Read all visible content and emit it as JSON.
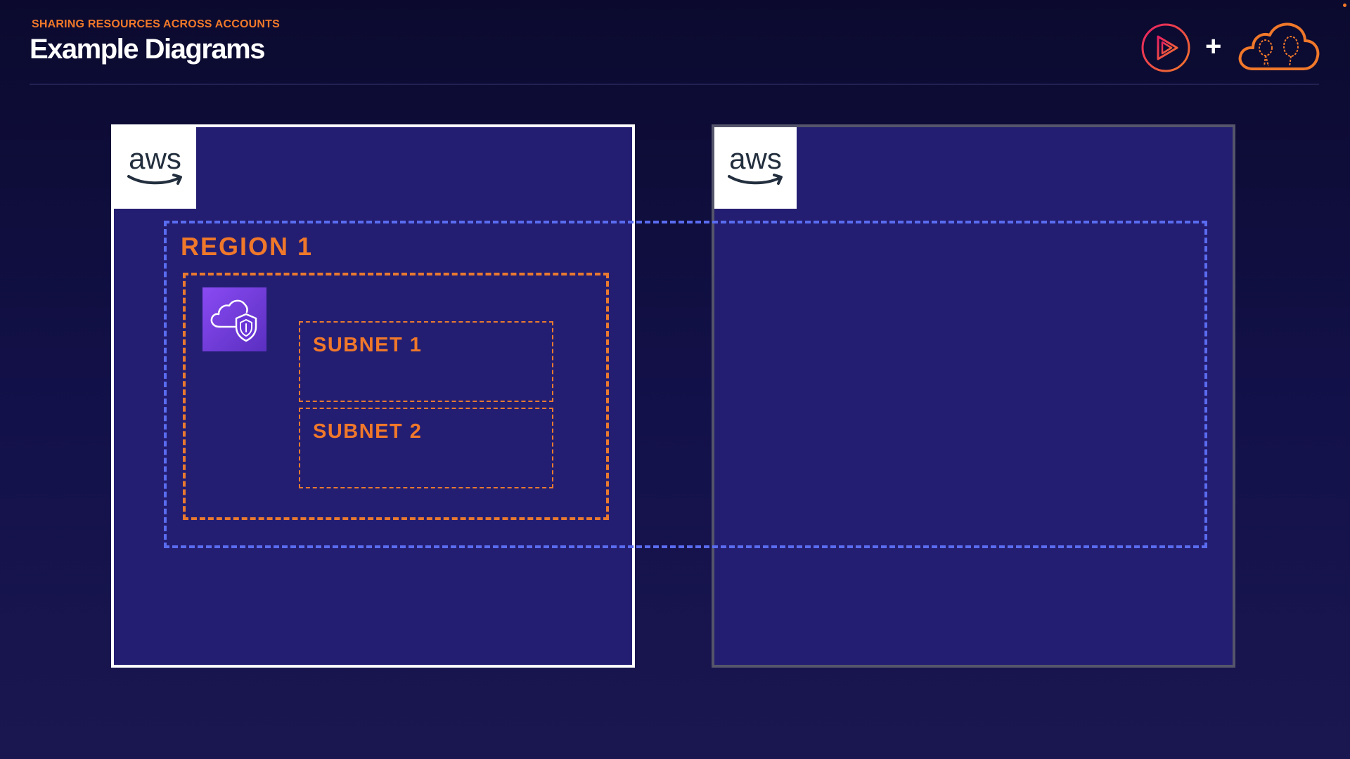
{
  "header": {
    "subtitle": "SHARING RESOURCES ACROSS ACCOUNTS",
    "title": "Example Diagrams",
    "plus": "+"
  },
  "diagram": {
    "accounts": [
      {
        "logo_text": "aws"
      },
      {
        "logo_text": "aws"
      }
    ],
    "region_label": "REGION 1",
    "subnets": [
      "SUBNET 1",
      "SUBNET 2"
    ],
    "vpc_icon": "cloud-shield-icon"
  },
  "colors": {
    "background": "#13114a",
    "account_fill": "#241e72",
    "accent_orange": "#f0782a",
    "region_blue": "#5a6cf0"
  }
}
